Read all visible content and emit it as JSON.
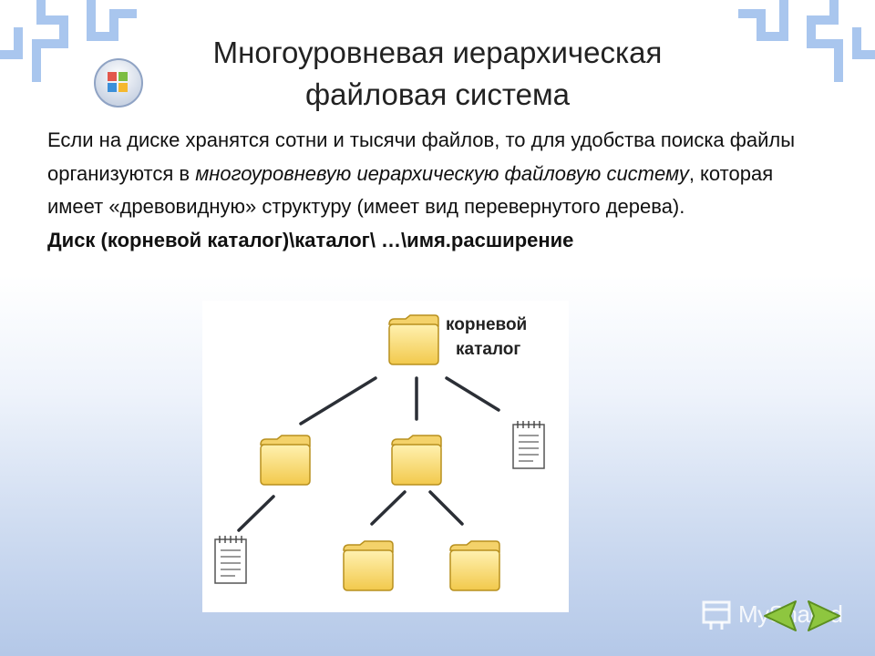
{
  "slide": {
    "title_line1": "Многоуровневая иерархическая",
    "title_line2": "файловая система",
    "paragraph": {
      "p1": "Если на диске хранятся сотни и тысячи файлов, то для удобства поиска файлы организуются в ",
      "p1_italic": "многоуровневую иерархическую файловую систему",
      "p2": ", которая имеет «древовидную» структуру (имеет вид перевернутого дерева)."
    },
    "path_format": "Диск (корневой каталог)\\каталог\\ …\\имя.расширение"
  },
  "diagram": {
    "root_label_line1": "корневой",
    "root_label_line2": "каталог",
    "nodes": [
      {
        "id": "root",
        "kind": "folder"
      },
      {
        "id": "level1-folder-a",
        "kind": "folder"
      },
      {
        "id": "level1-folder-b",
        "kind": "folder"
      },
      {
        "id": "level1-file",
        "kind": "file"
      },
      {
        "id": "level2-file",
        "kind": "file"
      },
      {
        "id": "level2-folder-a",
        "kind": "folder"
      },
      {
        "id": "level2-folder-b",
        "kind": "folder"
      }
    ]
  },
  "footer": {
    "watermark": "MyShared"
  },
  "colors": {
    "folder_fill": "#f7d774",
    "folder_stroke": "#b8901e",
    "line": "#2b2f36",
    "corner_blue": "#a9c6ee"
  }
}
